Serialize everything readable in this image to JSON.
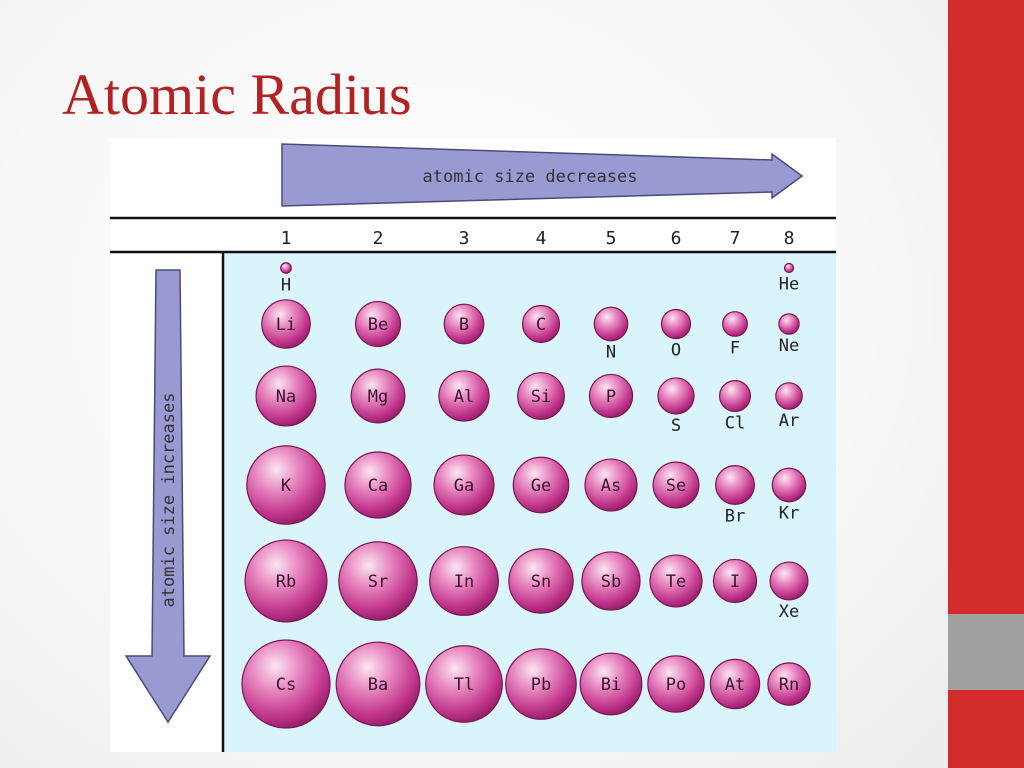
{
  "slide": {
    "title": "Atomic Radius",
    "title_color": "#b22222",
    "accent_red": "#d32a2a",
    "accent_gray": "#a0a0a0"
  },
  "figure": {
    "top_arrow_label": "atomic size decreases",
    "left_arrow_label": "atomic size increases",
    "arrow_color": "#9a9ad2",
    "panel_color": "#d9f4fb",
    "atom_color": "#c2378c",
    "groups": [
      "1",
      "2",
      "3",
      "4",
      "5",
      "6",
      "7",
      "8"
    ],
    "elements": [
      {
        "symbol": "H",
        "group": 1,
        "period": 1,
        "label_pos": "below",
        "relative_size": 0.12
      },
      {
        "symbol": "He",
        "group": 8,
        "period": 1,
        "label_pos": "below",
        "relative_size": 0.1
      },
      {
        "symbol": "Li",
        "group": 1,
        "period": 2,
        "label_pos": "inside",
        "relative_size": 0.55
      },
      {
        "symbol": "Be",
        "group": 2,
        "period": 2,
        "label_pos": "inside",
        "relative_size": 0.51
      },
      {
        "symbol": "B",
        "group": 3,
        "period": 2,
        "label_pos": "inside",
        "relative_size": 0.45
      },
      {
        "symbol": "C",
        "group": 4,
        "period": 2,
        "label_pos": "inside",
        "relative_size": 0.42
      },
      {
        "symbol": "N",
        "group": 5,
        "period": 2,
        "label_pos": "below",
        "relative_size": 0.38
      },
      {
        "symbol": "O",
        "group": 6,
        "period": 2,
        "label_pos": "below",
        "relative_size": 0.33
      },
      {
        "symbol": "F",
        "group": 7,
        "period": 2,
        "label_pos": "below",
        "relative_size": 0.28
      },
      {
        "symbol": "Ne",
        "group": 8,
        "period": 2,
        "label_pos": "below",
        "relative_size": 0.23
      },
      {
        "symbol": "Na",
        "group": 1,
        "period": 3,
        "label_pos": "inside",
        "relative_size": 0.68
      },
      {
        "symbol": "Mg",
        "group": 2,
        "period": 3,
        "label_pos": "inside",
        "relative_size": 0.61
      },
      {
        "symbol": "Al",
        "group": 3,
        "period": 3,
        "label_pos": "inside",
        "relative_size": 0.57
      },
      {
        "symbol": "Si",
        "group": 4,
        "period": 3,
        "label_pos": "inside",
        "relative_size": 0.53
      },
      {
        "symbol": "P",
        "group": 5,
        "period": 3,
        "label_pos": "inside",
        "relative_size": 0.49
      },
      {
        "symbol": "S",
        "group": 6,
        "period": 3,
        "label_pos": "below",
        "relative_size": 0.41
      },
      {
        "symbol": "Cl",
        "group": 7,
        "period": 3,
        "label_pos": "below",
        "relative_size": 0.35
      },
      {
        "symbol": "Ar",
        "group": 8,
        "period": 3,
        "label_pos": "below",
        "relative_size": 0.3
      },
      {
        "symbol": "K",
        "group": 1,
        "period": 4,
        "label_pos": "inside",
        "relative_size": 0.89
      },
      {
        "symbol": "Ca",
        "group": 2,
        "period": 4,
        "label_pos": "inside",
        "relative_size": 0.75
      },
      {
        "symbol": "Ga",
        "group": 3,
        "period": 4,
        "label_pos": "inside",
        "relative_size": 0.68
      },
      {
        "symbol": "Ge",
        "group": 4,
        "period": 4,
        "label_pos": "inside",
        "relative_size": 0.63
      },
      {
        "symbol": "As",
        "group": 5,
        "period": 4,
        "label_pos": "inside",
        "relative_size": 0.59
      },
      {
        "symbol": "Se",
        "group": 6,
        "period": 4,
        "label_pos": "inside",
        "relative_size": 0.52
      },
      {
        "symbol": "Br",
        "group": 7,
        "period": 4,
        "label_pos": "below",
        "relative_size": 0.44
      },
      {
        "symbol": "Kr",
        "group": 8,
        "period": 4,
        "label_pos": "below",
        "relative_size": 0.38
      },
      {
        "symbol": "Rb",
        "group": 1,
        "period": 5,
        "label_pos": "inside",
        "relative_size": 0.93
      },
      {
        "symbol": "Sr",
        "group": 2,
        "period": 5,
        "label_pos": "inside",
        "relative_size": 0.89
      },
      {
        "symbol": "In",
        "group": 3,
        "period": 5,
        "label_pos": "inside",
        "relative_size": 0.78
      },
      {
        "symbol": "Sn",
        "group": 4,
        "period": 5,
        "label_pos": "inside",
        "relative_size": 0.73
      },
      {
        "symbol": "Sb",
        "group": 5,
        "period": 5,
        "label_pos": "inside",
        "relative_size": 0.66
      },
      {
        "symbol": "Te",
        "group": 6,
        "period": 5,
        "label_pos": "inside",
        "relative_size": 0.59
      },
      {
        "symbol": "I",
        "group": 7,
        "period": 5,
        "label_pos": "inside",
        "relative_size": 0.49
      },
      {
        "symbol": "Xe",
        "group": 8,
        "period": 5,
        "label_pos": "below",
        "relative_size": 0.43
      },
      {
        "symbol": "Cs",
        "group": 1,
        "period": 6,
        "label_pos": "inside",
        "relative_size": 1.0
      },
      {
        "symbol": "Ba",
        "group": 2,
        "period": 6,
        "label_pos": "inside",
        "relative_size": 0.95
      },
      {
        "symbol": "Tl",
        "group": 3,
        "period": 6,
        "label_pos": "inside",
        "relative_size": 0.87
      },
      {
        "symbol": "Pb",
        "group": 4,
        "period": 6,
        "label_pos": "inside",
        "relative_size": 0.8
      },
      {
        "symbol": "Bi",
        "group": 5,
        "period": 6,
        "label_pos": "inside",
        "relative_size": 0.7
      },
      {
        "symbol": "Po",
        "group": 6,
        "period": 6,
        "label_pos": "inside",
        "relative_size": 0.64
      },
      {
        "symbol": "At",
        "group": 7,
        "period": 6,
        "label_pos": "inside",
        "relative_size": 0.56
      },
      {
        "symbol": "Rn",
        "group": 8,
        "period": 6,
        "label_pos": "inside",
        "relative_size": 0.48
      }
    ]
  }
}
